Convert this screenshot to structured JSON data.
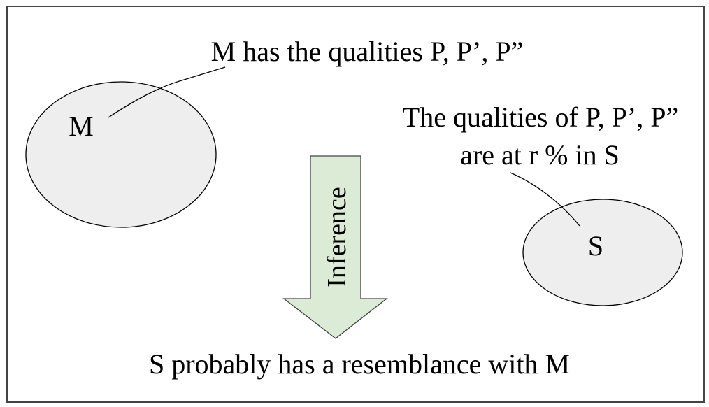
{
  "diagram": {
    "top_label": "M has the qualities P, P’, P”",
    "model_label": "M",
    "right_label_line1": "The qualities of P, P’, P”",
    "right_label_line2": "are at r % in S",
    "subject_label": "S",
    "arrow_label": "Inference",
    "conclusion": "S probably has a resemblance with M",
    "colors": {
      "ellipse_fill": "#eeeeee",
      "arrow_fill": "#dcebd5",
      "stroke": "#000000",
      "frame": "#444444"
    }
  }
}
